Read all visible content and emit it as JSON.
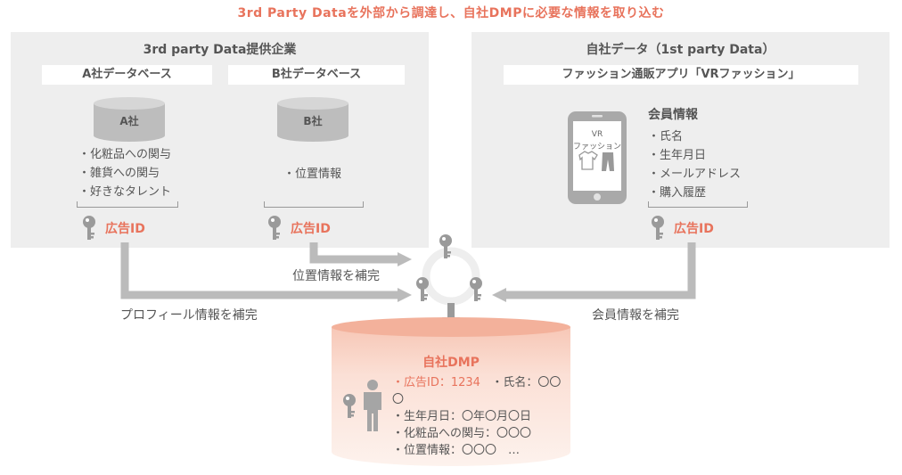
{
  "title": "3rd Party Dataを外部から調達し、自社DMPに必要な情報を取り込む",
  "left_panel": {
    "title": "3rd party Data提供企業",
    "a": {
      "header": "A社データベース",
      "db_label": "A社",
      "items": [
        "・化粧品への関与",
        "・雑貨への関与",
        "・好きなタレント"
      ],
      "ad_id": "広告ID"
    },
    "b": {
      "header": "B社データベース",
      "db_label": "B社",
      "items": [
        "・位置情報"
      ],
      "ad_id": "広告ID"
    }
  },
  "right_panel": {
    "title": "自社データ（1st party Data）",
    "app_header": "ファッション通販アプリ「VRファッション」",
    "phone_text_1": "VR",
    "phone_text_2": "ファッション",
    "member_title": "会員情報",
    "items": [
      "・氏名",
      "・生年月日",
      "・メールアドレス",
      "・購入履歴"
    ],
    "ad_id": "広告ID"
  },
  "flows": {
    "location": "位置情報を補完",
    "profile": "プロフィール情報を補完",
    "member": "会員情報を補完"
  },
  "dmp": {
    "title": "自社DMP",
    "line1_red": "・広告ID：1234",
    "line1_rest": "・氏名：〇〇〇",
    "line2": "・生年月日：〇年〇月〇日",
    "line3": "・化粧品への関与：〇〇〇",
    "line4": "・位置情報：〇〇〇　…"
  },
  "colors": {
    "accent": "#e8735c",
    "panel": "#eeeeee",
    "arrow": "#bbbbbb",
    "dmp_fill": "#fbe3da"
  }
}
